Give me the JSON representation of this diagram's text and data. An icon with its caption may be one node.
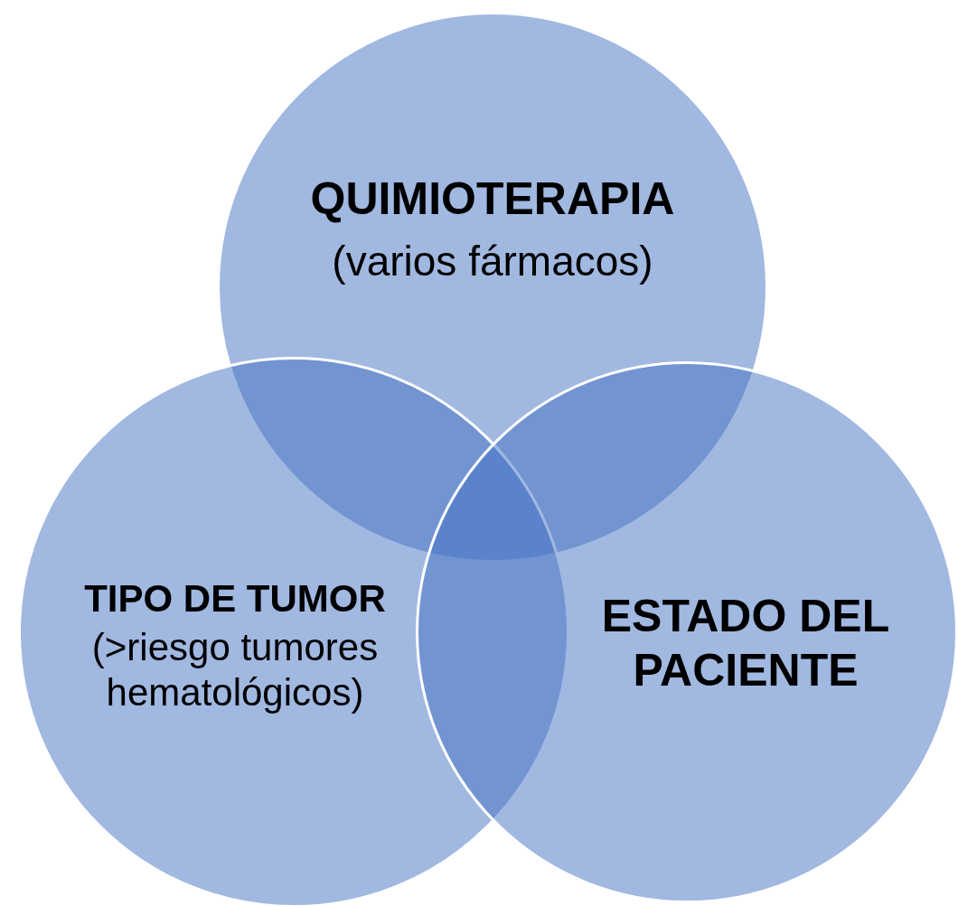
{
  "diagram": {
    "nodes": [
      {
        "text": [
          "QUIMIOTERAPIA",
          "(varios fármacos)"
        ]
      },
      {
        "text": [
          "TIPO DE TUMOR",
          "(>riesgo tumores hematológicos)"
        ]
      },
      {
        "text": [
          "ESTADO DEL PACIENTE"
        ]
      }
    ]
  }
}
